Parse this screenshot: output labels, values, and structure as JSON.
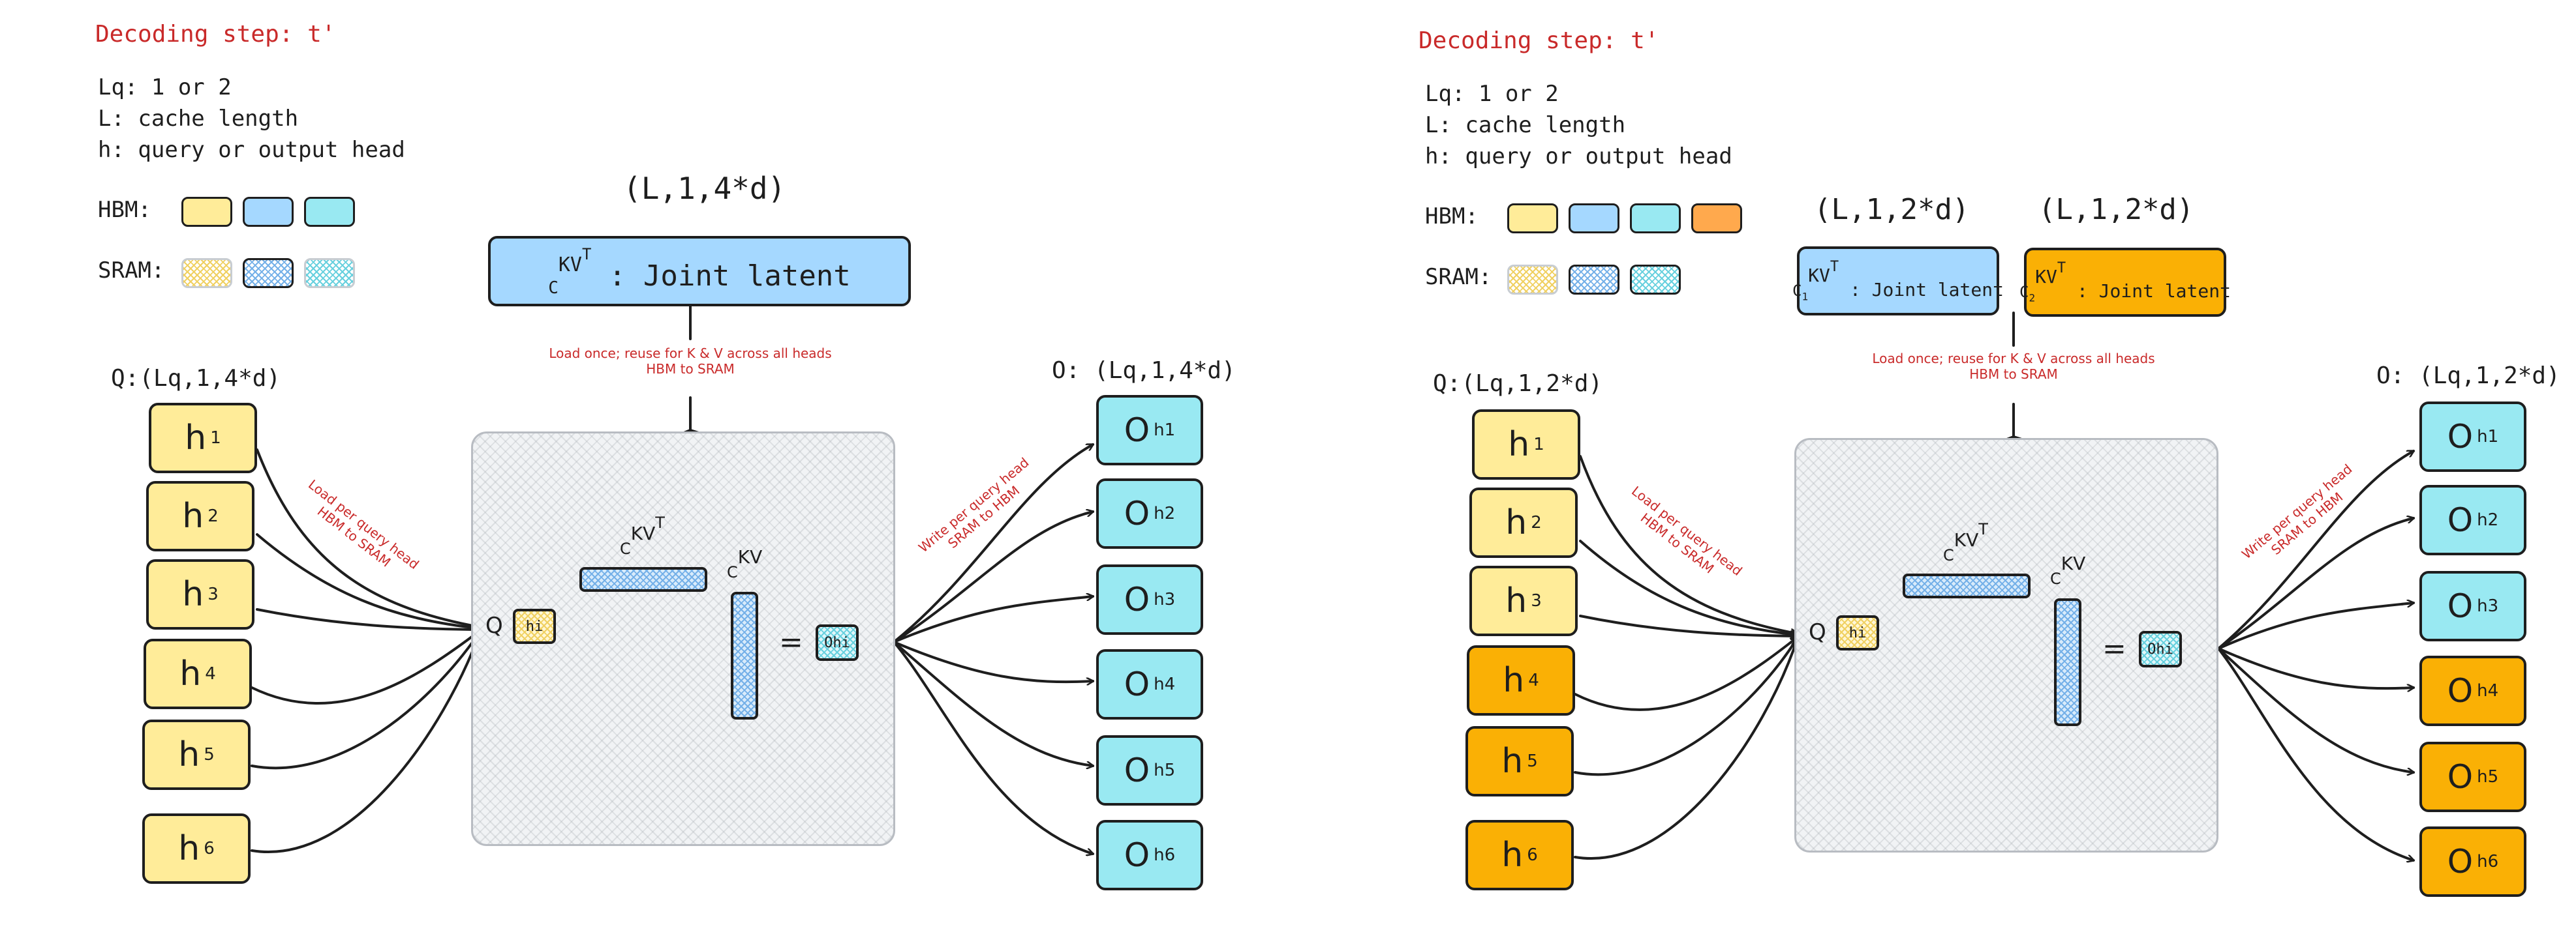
{
  "colors": {
    "yellow": "#ffec99",
    "blue": "#a5d8ff",
    "cyan": "#99e9f2",
    "orange": "#ffa94d",
    "amber": "#fab005",
    "red_text": "#c92a2a"
  },
  "left": {
    "title": "Decoding step: t'",
    "legend": [
      "Lq: 1 or 2",
      "L: cache length",
      "h: query or output head"
    ],
    "hbm_label": "HBM:",
    "sram_label": "SRAM:",
    "latent_dim": "(L,1,4*d)",
    "latent_label": ": Joint latent",
    "latent_sym": "C",
    "latent_sup": "KV",
    "latent_supT": "T",
    "load_note_1": "Load once; reuse for K & V across all heads",
    "load_note_2": "HBM to SRAM",
    "q_dim": "Q:(Lq,1,4*d)",
    "o_dim": "O: (Lq,1,4*d)",
    "load_per_head_1": "Load per query head",
    "load_per_head_2": "HBM to SRAM",
    "write_per_head_1": "Write per query head",
    "write_per_head_2": "SRAM to HBM",
    "heads": [
      {
        "label": "h",
        "sub": "1",
        "color": "yellow"
      },
      {
        "label": "h",
        "sub": "2",
        "color": "yellow"
      },
      {
        "label": "h",
        "sub": "3",
        "color": "yellow"
      },
      {
        "label": "h",
        "sub": "4",
        "color": "yellow"
      },
      {
        "label": "h",
        "sub": "5",
        "color": "yellow"
      },
      {
        "label": "h",
        "sub": "6",
        "color": "yellow"
      }
    ],
    "outputs": [
      {
        "label": "O",
        "sub": "h1",
        "color": "cyan"
      },
      {
        "label": "O",
        "sub": "h2",
        "color": "cyan"
      },
      {
        "label": "O",
        "sub": "h3",
        "color": "cyan"
      },
      {
        "label": "O",
        "sub": "h4",
        "color": "cyan"
      },
      {
        "label": "O",
        "sub": "h5",
        "color": "cyan"
      },
      {
        "label": "O",
        "sub": "h6",
        "color": "cyan"
      }
    ],
    "q_sym": "Q",
    "q_head": "hi",
    "ckvT_sym": "C",
    "ckvT_sup": "KV",
    "ckvT_T": "T",
    "ckv_sym": "C",
    "ckv_sup": "KV",
    "equals": "=",
    "o_head": "Ohi"
  },
  "right": {
    "title": "Decoding step: t'",
    "legend": [
      "Lq: 1 or 2",
      "L: cache length",
      "h: query or output head"
    ],
    "hbm_label": "HBM:",
    "sram_label": "SRAM:",
    "latent1_dim": "(L,1,2*d)",
    "latent2_dim": "(L,1,2*d)",
    "latent1_sym": "C",
    "latent1_sub": "1",
    "latent2_sym": "C",
    "latent2_sub": "2",
    "latent_sup": "KV",
    "latent_supT": "T",
    "latent_label": ": Joint latent",
    "load_note_1": "Load once; reuse for K & V across all heads",
    "load_note_2": "HBM to SRAM",
    "q_dim": "Q:(Lq,1,2*d)",
    "o_dim": "O: (Lq,1,2*d)",
    "load_per_head_1": "Load per query head",
    "load_per_head_2": "HBM to SRAM",
    "write_per_head_1": "Write per query head",
    "write_per_head_2": "SRAM to HBM",
    "heads": [
      {
        "label": "h",
        "sub": "1",
        "color": "yellow"
      },
      {
        "label": "h",
        "sub": "2",
        "color": "yellow"
      },
      {
        "label": "h",
        "sub": "3",
        "color": "yellow"
      },
      {
        "label": "h",
        "sub": "4",
        "color": "amber"
      },
      {
        "label": "h",
        "sub": "5",
        "color": "amber"
      },
      {
        "label": "h",
        "sub": "6",
        "color": "amber"
      }
    ],
    "outputs": [
      {
        "label": "O",
        "sub": "h1",
        "color": "cyan"
      },
      {
        "label": "O",
        "sub": "h2",
        "color": "cyan"
      },
      {
        "label": "O",
        "sub": "h3",
        "color": "cyan"
      },
      {
        "label": "O",
        "sub": "h4",
        "color": "amber"
      },
      {
        "label": "O",
        "sub": "h5",
        "color": "amber"
      },
      {
        "label": "O",
        "sub": "h6",
        "color": "amber"
      }
    ],
    "q_sym": "Q",
    "q_head": "hi",
    "ckvT_sym": "C",
    "ckvT_sup": "KV",
    "ckvT_T": "T",
    "ckv_sym": "C",
    "ckv_sup": "KV",
    "equals": "=",
    "o_head": "Ohi"
  }
}
